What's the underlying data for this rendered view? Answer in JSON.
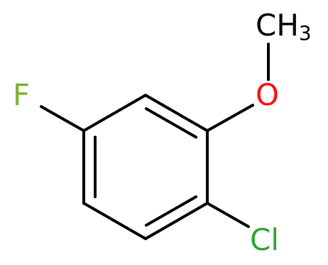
{
  "molecule": {
    "atoms": {
      "fluorine": {
        "label": "F",
        "color": "#7ab530"
      },
      "oxygen": {
        "label": "O",
        "color": "#ff0d0d"
      },
      "methyl": {
        "label": "CH",
        "subscript": "3",
        "color": "#000000"
      },
      "chlorine": {
        "label": "Cl",
        "color": "#2fa52f"
      }
    },
    "bond_color": "#000000",
    "background": "#ffffff"
  }
}
